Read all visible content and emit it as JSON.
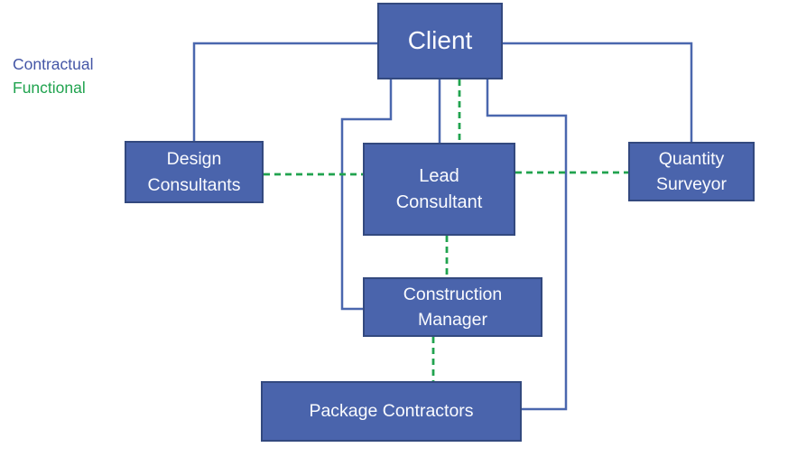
{
  "legend": {
    "items": [
      {
        "label": "Contractual",
        "type": "contractual",
        "color": "#4456a6"
      },
      {
        "label": "Functional",
        "type": "functional",
        "color": "#21a34f"
      }
    ]
  },
  "colors": {
    "background": "#ffffff",
    "node_fill": "#4a64ac",
    "node_border": "#33497f",
    "node_text": "#fafbfe",
    "contractual_line": "#4a67ae",
    "functional_line": "#21a34f"
  },
  "nodes": {
    "client": {
      "label": "Client"
    },
    "design_consultants": {
      "label": "Design Consultants"
    },
    "lead_consultant": {
      "label": "Lead Consultant"
    },
    "quantity_surveyor": {
      "label": "Quantity Surveyor"
    },
    "construction_manager": {
      "label": "Construction Manager"
    },
    "package_contractors": {
      "label": "Package Contractors"
    }
  },
  "edges": [
    {
      "from": "client",
      "to": "design_consultants",
      "type": "contractual"
    },
    {
      "from": "client",
      "to": "quantity_surveyor",
      "type": "contractual"
    },
    {
      "from": "client",
      "to": "lead_consultant",
      "type": "contractual"
    },
    {
      "from": "client",
      "to": "construction_manager",
      "type": "contractual"
    },
    {
      "from": "client",
      "to": "package_contractors",
      "type": "contractual"
    },
    {
      "from": "client",
      "to": "lead_consultant",
      "type": "functional"
    },
    {
      "from": "design_consultants",
      "to": "lead_consultant",
      "type": "functional"
    },
    {
      "from": "lead_consultant",
      "to": "quantity_surveyor",
      "type": "functional"
    },
    {
      "from": "lead_consultant",
      "to": "construction_manager",
      "type": "functional"
    },
    {
      "from": "construction_manager",
      "to": "package_contractors",
      "type": "functional"
    }
  ]
}
